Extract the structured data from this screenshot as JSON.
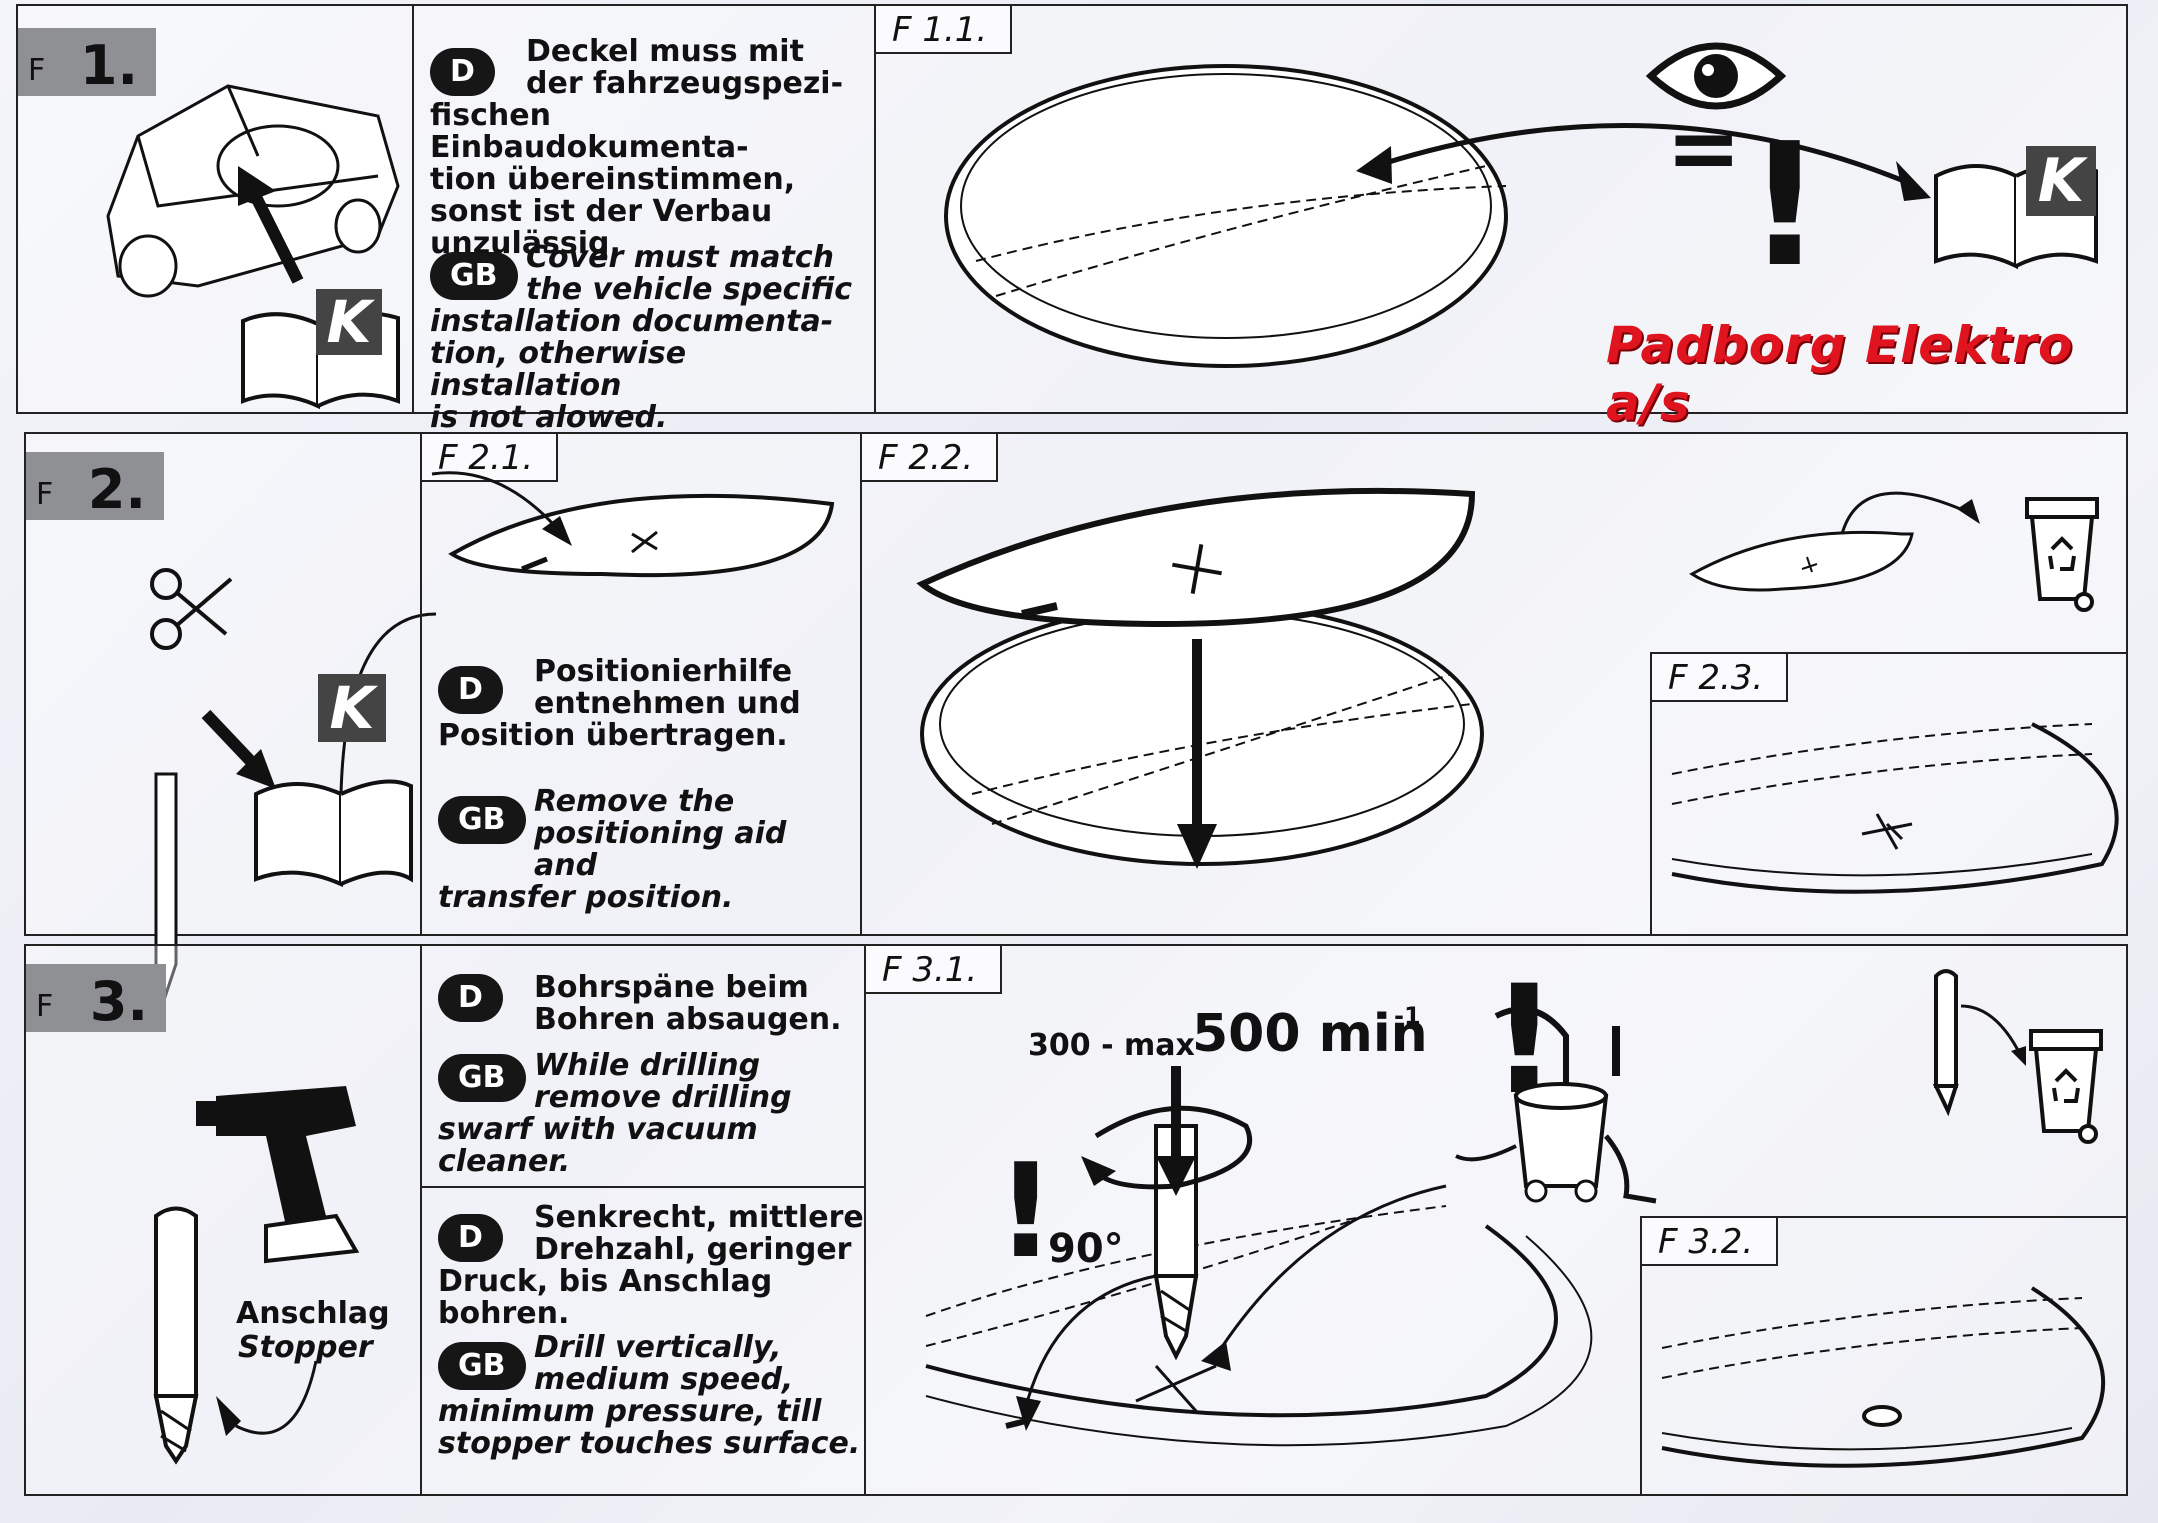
{
  "brand": "Padborg Elektro a/s",
  "common": {
    "f_letter": "F",
    "k_letter": "K",
    "d_badge": "D",
    "gb_badge": "GB"
  },
  "step1": {
    "number": "1.",
    "d_text": [
      "Deckel muss mit",
      "der fahrzeugspezi-",
      "fischen Einbaudokumenta-",
      "tion übereinstimmen,",
      "sonst ist der Verbau",
      "unzulässig."
    ],
    "gb_text": [
      "Cover must match",
      "the vehicle specific",
      "installation documenta-",
      "tion, otherwise installation",
      "is not alowed."
    ],
    "sub_f11": "F 1.1.",
    "equals": "=",
    "exclaim": "!"
  },
  "step2": {
    "number": "2.",
    "sub_f21": "F 2.1.",
    "sub_f22": "F 2.2.",
    "sub_f23": "F 2.3.",
    "d_text": [
      "Positionierhilfe",
      "entnehmen und",
      "Position übertragen."
    ],
    "gb_text": [
      "Remove the",
      "positioning aid and",
      "transfer position."
    ]
  },
  "step3": {
    "number": "3.",
    "d1_text": [
      "Bohrspäne beim",
      "Bohren absaugen."
    ],
    "gb1_text": [
      "While drilling",
      "remove drilling",
      "swarf with vacuum cleaner."
    ],
    "d2_text": [
      "Senkrecht, mittlere",
      "Drehzahl, geringer",
      "Druck, bis Anschlag bohren."
    ],
    "gb2_text": [
      "Drill vertically,",
      "medium speed,",
      "minimum pressure, till",
      "stopper touches surface."
    ],
    "stopper_d": "Anschlag",
    "stopper_gb": "Stopper",
    "sub_f31": "F 3.1.",
    "sub_f32": "F 3.2.",
    "speed_min": "300 - max",
    "speed_max": "500 min",
    "speed_exp": "-1",
    "angle": "90°",
    "exclaim": "!"
  }
}
